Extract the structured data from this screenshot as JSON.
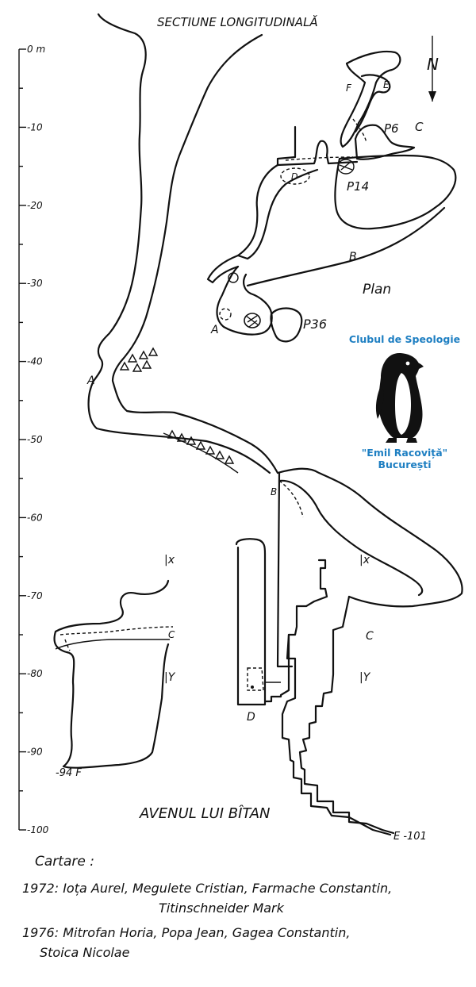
{
  "header": {
    "section_title": "SECTIUNE LONGITUDINALĂ"
  },
  "depth_scale": {
    "unit": "m",
    "ticks": [
      {
        "value": 0,
        "label": "0 m"
      },
      {
        "value": -10,
        "label": "-10"
      },
      {
        "value": -20,
        "label": "-20"
      },
      {
        "value": -30,
        "label": "-30"
      },
      {
        "value": -40,
        "label": "-40"
      },
      {
        "value": -50,
        "label": "-50"
      },
      {
        "value": -60,
        "label": "-60"
      },
      {
        "value": -70,
        "label": "-70"
      },
      {
        "value": -80,
        "label": "-80"
      },
      {
        "value": -90,
        "label": "-90"
      },
      {
        "value": -100,
        "label": "-100"
      }
    ]
  },
  "plan": {
    "title": "Plan",
    "north": "N",
    "labels": {
      "F": "F",
      "E": "E",
      "P6": "P6",
      "C": "C",
      "D": "D",
      "P14": "P14",
      "B": "B",
      "A": "A",
      "P36": "P36"
    }
  },
  "section": {
    "labels": {
      "A": "A",
      "B": "B",
      "C_main": "C",
      "C_inset": "C",
      "D": "D",
      "X_main": "|x",
      "X_inset": "|x",
      "Y_main": "|Y",
      "Y_inset": "|Y",
      "F_depth": "-94 F",
      "E_depth": "E -101"
    }
  },
  "club": {
    "line1": "Clubul de Speologie",
    "line2": "\"Emil Racoviță\"",
    "line3": "București",
    "color": "#1e7fc2"
  },
  "cave_name": "AVENUL LUI BÎTAN",
  "credits": {
    "heading": "Cartare :",
    "y1972": "1972: Ioța Aurel, Megulete Cristian, Farmache Constantin,",
    "y1972_cont": "Titinschneider Mark",
    "y1976": "1976: Mitrofan Horia, Popa Jean, Gagea Constantin,",
    "y1976_cont": "Stoica Nicolae"
  }
}
